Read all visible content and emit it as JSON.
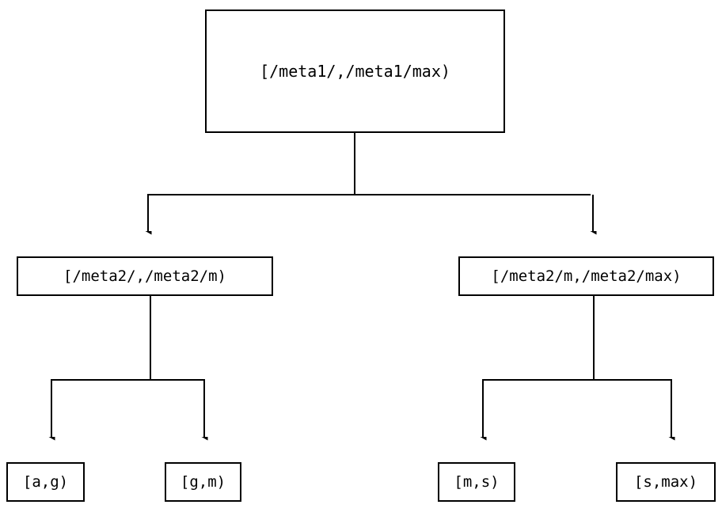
{
  "diagram": {
    "type": "tree",
    "orientation": "top-down",
    "background_color": "#ffffff",
    "line_color": "#000000",
    "text_color": "#000000",
    "nodes": {
      "root": {
        "label": "[/meta1/,/meta1/max)",
        "level": 0
      },
      "mid_left": {
        "label": "[/meta2/,/meta2/m)",
        "level": 1
      },
      "mid_right": {
        "label": "[/meta2/m,/meta2/max)",
        "level": 1
      },
      "leaf_ag": {
        "label": "[a,g)",
        "level": 2
      },
      "leaf_gm": {
        "label": "[g,m)",
        "level": 2
      },
      "leaf_ms": {
        "label": "[m,s)",
        "level": 2
      },
      "leaf_smax": {
        "label": "[s,max)",
        "level": 2
      }
    },
    "edges": [
      {
        "from": "root",
        "to": "mid_left",
        "arrow": "down"
      },
      {
        "from": "root",
        "to": "mid_right",
        "arrow": "down"
      },
      {
        "from": "mid_left",
        "to": "leaf_ag",
        "arrow": "down"
      },
      {
        "from": "mid_left",
        "to": "leaf_gm",
        "arrow": "down"
      },
      {
        "from": "mid_right",
        "to": "leaf_ms",
        "arrow": "down"
      },
      {
        "from": "mid_right",
        "to": "leaf_smax",
        "arrow": "down"
      }
    ]
  }
}
